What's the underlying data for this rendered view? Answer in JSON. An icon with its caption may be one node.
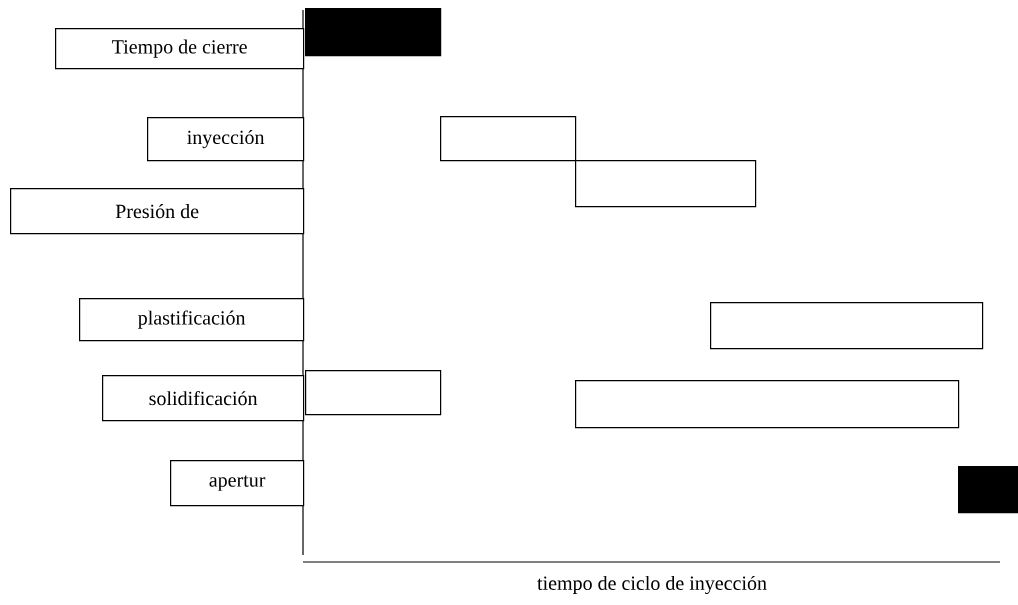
{
  "diagram": {
    "nodes": [
      {
        "text": [
          "Tiempo de cierre"
        ]
      },
      {
        "text": [
          "inyección"
        ]
      },
      {
        "text": [
          "Presión de"
        ]
      },
      {
        "text": [
          "plastificación"
        ]
      },
      {
        "text": [
          "solidificación"
        ]
      },
      {
        "text": [
          "apertur"
        ]
      },
      {
        "text": [],
        "shape": "bar"
      },
      {
        "text": [],
        "shape": "box"
      },
      {
        "text": [],
        "shape": "box"
      },
      {
        "text": [],
        "shape": "box"
      },
      {
        "text": [],
        "shape": "box"
      },
      {
        "text": [],
        "shape": "box"
      },
      {
        "text": [],
        "shape": "bar"
      }
    ],
    "edges": [],
    "labels": [
      "tiempo de ciclo de inyección"
    ]
  }
}
